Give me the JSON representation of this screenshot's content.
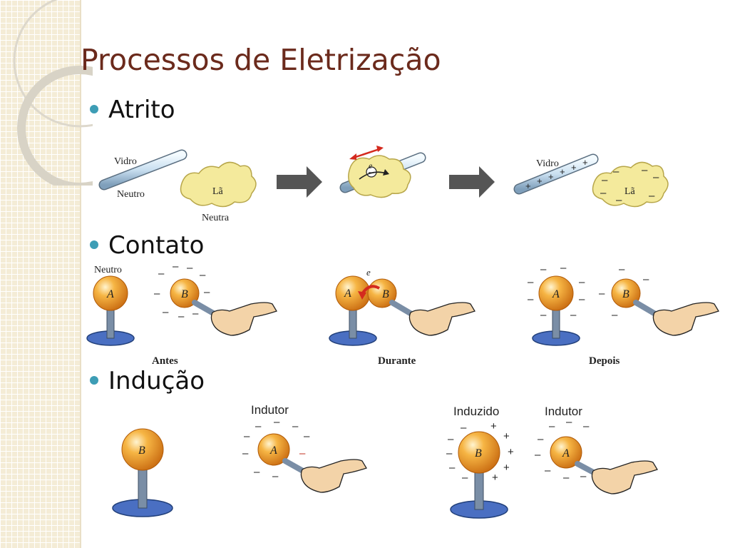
{
  "slide": {
    "title": "Processos de Eletrização",
    "bullets": [
      {
        "label": "Atrito"
      },
      {
        "label": "Contato"
      },
      {
        "label": "Indução"
      }
    ]
  },
  "atrito": {
    "vidro": "Vidro",
    "neutro": "Neutro",
    "la": "Lã",
    "neutra": "Neutra",
    "electron": "e",
    "vidro_after": "Vidro",
    "la_after": "Lã"
  },
  "contato": {
    "neutro": "Neutro",
    "sphere_a": "A",
    "sphere_b": "B",
    "electron": "e",
    "stage_antes": "Antes",
    "stage_durante": "Durante",
    "stage_depois": "Depois"
  },
  "inducao": {
    "sphere_b": "B",
    "sphere_a": "A",
    "indutor": "Indutor",
    "induzido": "Induzido"
  },
  "colors": {
    "title": "#6b2a1c",
    "bullet": "#3d9db5",
    "sphere": "#f0a030",
    "base": "#4a6fc2",
    "arrow": "#555555"
  }
}
